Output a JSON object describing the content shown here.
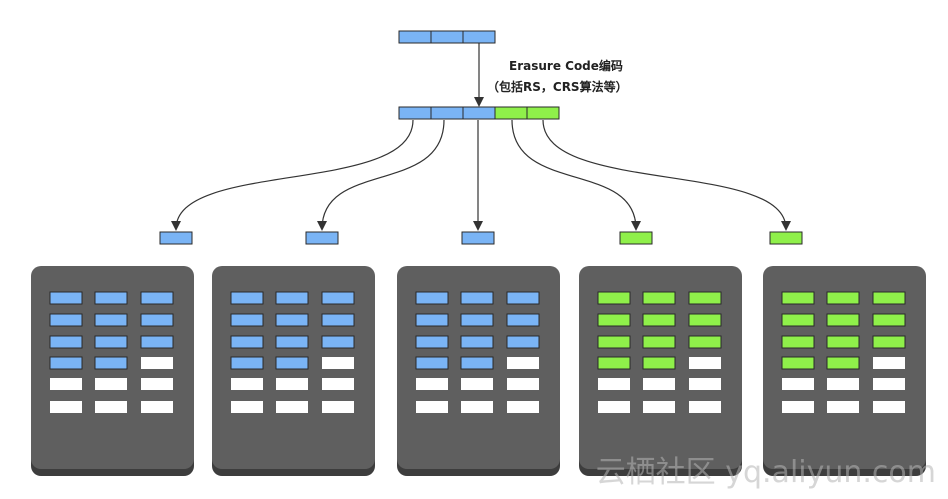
{
  "annotation": {
    "line1": "Erasure Code编码",
    "line2": "（包括RS，CRS算法等）"
  },
  "watermark": "云栖社区 yq.aliyun.com",
  "colors": {
    "data_block": "#7ab4f5",
    "parity_block": "#8ff04a",
    "empty_slot": "#ffffff",
    "server": "#5f5f5f",
    "server_shadow": "#3d3d3d",
    "arrow": "#333333",
    "block_border": "#2a2a2a"
  },
  "source": {
    "blocks": [
      "data",
      "data",
      "data"
    ]
  },
  "encoded": {
    "blocks": [
      "data",
      "data",
      "data",
      "parity",
      "parity"
    ]
  },
  "servers": [
    {
      "slots": [
        "data",
        "data",
        "data",
        "data",
        "data",
        "data",
        "data",
        "data",
        "data",
        "data",
        "data",
        "empty",
        "empty",
        "empty",
        "empty",
        "empty",
        "empty",
        "empty"
      ]
    },
    {
      "slots": [
        "data",
        "data",
        "data",
        "data",
        "data",
        "data",
        "data",
        "data",
        "data",
        "data",
        "data",
        "empty",
        "empty",
        "empty",
        "empty",
        "empty",
        "empty",
        "empty"
      ]
    },
    {
      "slots": [
        "data",
        "data",
        "data",
        "data",
        "data",
        "data",
        "data",
        "data",
        "data",
        "data",
        "data",
        "empty",
        "empty",
        "empty",
        "empty",
        "empty",
        "empty",
        "empty"
      ]
    },
    {
      "slots": [
        "parity",
        "parity",
        "parity",
        "parity",
        "parity",
        "parity",
        "parity",
        "parity",
        "parity",
        "parity",
        "parity",
        "empty",
        "empty",
        "empty",
        "empty",
        "empty",
        "empty",
        "empty"
      ]
    },
    {
      "slots": [
        "parity",
        "parity",
        "parity",
        "parity",
        "parity",
        "parity",
        "parity",
        "parity",
        "parity",
        "parity",
        "parity",
        "empty",
        "empty",
        "empty",
        "empty",
        "empty",
        "empty",
        "empty"
      ]
    }
  ]
}
